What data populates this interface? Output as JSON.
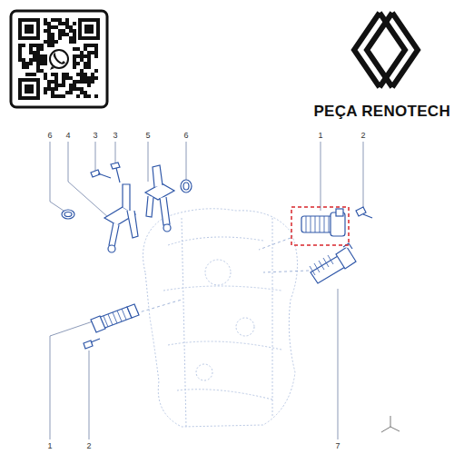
{
  "diagram": {
    "labels": [
      "PEÇA RENOTECH",
      "6",
      "4",
      "3",
      "3",
      "5",
      "6",
      "1",
      "2",
      "1",
      "2",
      "7"
    ]
  }
}
